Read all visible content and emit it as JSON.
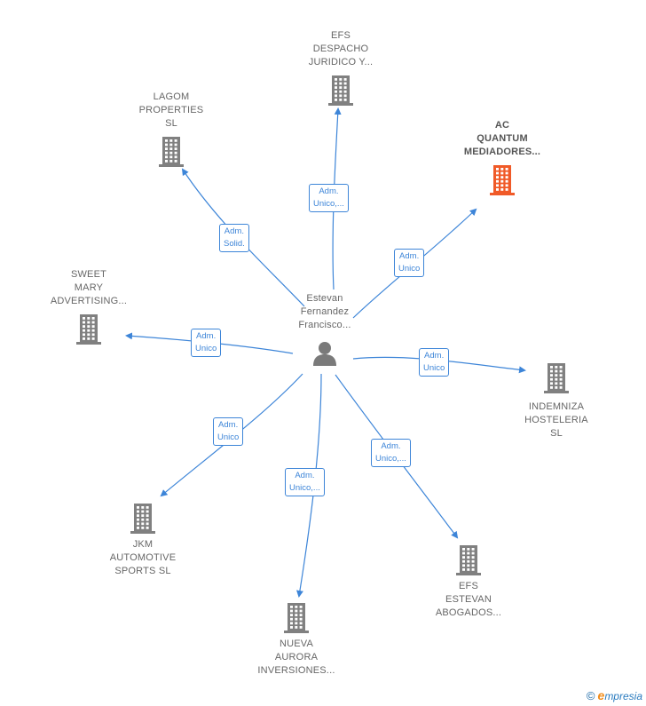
{
  "center": {
    "lines": [
      "Estevan",
      "Fernandez",
      "Francisco..."
    ],
    "icon": "person-icon"
  },
  "companies": [
    {
      "id": "efs-despacho",
      "lines": [
        "EFS",
        "DESPACHO",
        "JURIDICO Y..."
      ],
      "icon": "building-icon",
      "color": "#808080"
    },
    {
      "id": "lagom",
      "lines": [
        "LAGOM",
        "PROPERTIES",
        "SL"
      ],
      "icon": "building-icon",
      "color": "#808080"
    },
    {
      "id": "ac-quantum",
      "lines": [
        "AC",
        "QUANTUM",
        "MEDIADORES..."
      ],
      "icon": "building-icon",
      "color": "#f05a28"
    },
    {
      "id": "sweet-mary",
      "lines": [
        "SWEET",
        "MARY",
        "ADVERTISING..."
      ],
      "icon": "building-icon",
      "color": "#808080"
    },
    {
      "id": "indemniza",
      "lines": [
        "INDEMNIZA",
        "HOSTELERIA",
        "SL"
      ],
      "icon": "building-icon",
      "color": "#808080"
    },
    {
      "id": "jkm",
      "lines": [
        "JKM",
        "AUTOMOTIVE",
        "SPORTS  SL"
      ],
      "icon": "building-icon",
      "color": "#808080"
    },
    {
      "id": "efs-estevan",
      "lines": [
        "EFS",
        "ESTEVAN",
        "ABOGADOS..."
      ],
      "icon": "building-icon",
      "color": "#808080"
    },
    {
      "id": "nueva-aurora",
      "lines": [
        "NUEVA",
        "AURORA",
        "INVERSIONES..."
      ],
      "icon": "building-icon",
      "color": "#808080"
    }
  ],
  "edges": [
    {
      "to": "efs-despacho",
      "lines": [
        "Adm.",
        "Unico,..."
      ]
    },
    {
      "to": "lagom",
      "lines": [
        "Adm.",
        "Solid."
      ]
    },
    {
      "to": "ac-quantum",
      "lines": [
        "Adm.",
        "Unico"
      ]
    },
    {
      "to": "sweet-mary",
      "lines": [
        "Adm.",
        "Unico"
      ]
    },
    {
      "to": "indemniza",
      "lines": [
        "Adm.",
        "Unico"
      ]
    },
    {
      "to": "jkm",
      "lines": [
        "Adm.",
        "Unico"
      ]
    },
    {
      "to": "efs-estevan",
      "lines": [
        "Adm.",
        "Unico,..."
      ]
    },
    {
      "to": "nueva-aurora",
      "lines": [
        "Adm.",
        "Unico,..."
      ]
    }
  ],
  "colors": {
    "edge": "#3d85d8",
    "node_icon": "#808080",
    "highlight": "#f05a28"
  },
  "footer": {
    "copyright": "©",
    "brand_initial": "e",
    "brand_rest": "mpresia"
  }
}
